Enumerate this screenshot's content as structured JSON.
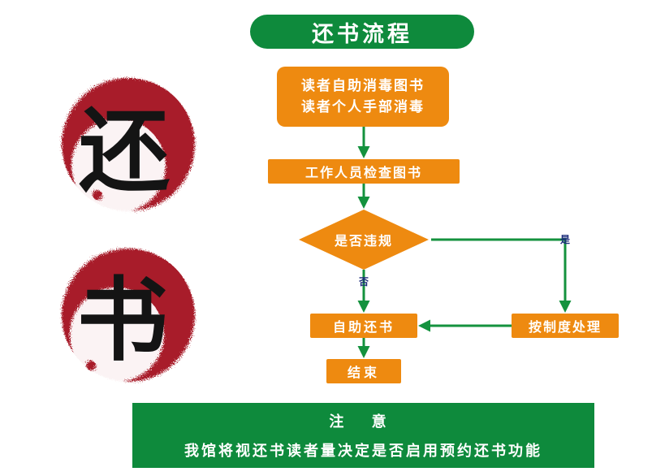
{
  "title": "还书流程",
  "seals": [
    "还",
    "书"
  ],
  "steps": {
    "step1_line1": "读者自助消毒图书",
    "step1_line2": "读者个人手部消毒",
    "step2": "工作人员检查图书",
    "decision": "是否违规",
    "yes_label": "是",
    "no_label": "否",
    "self_return": "自助还书",
    "handle_rule": "按制度处理",
    "end": "结束"
  },
  "notice": {
    "title": "注 意",
    "body": "我馆将视还书读者量决定是否启用预约还书功能"
  },
  "colors": {
    "green": "#0e8a3c",
    "orange": "#ee8a10",
    "red": "#a81e2c",
    "arrow": "#14923e"
  }
}
